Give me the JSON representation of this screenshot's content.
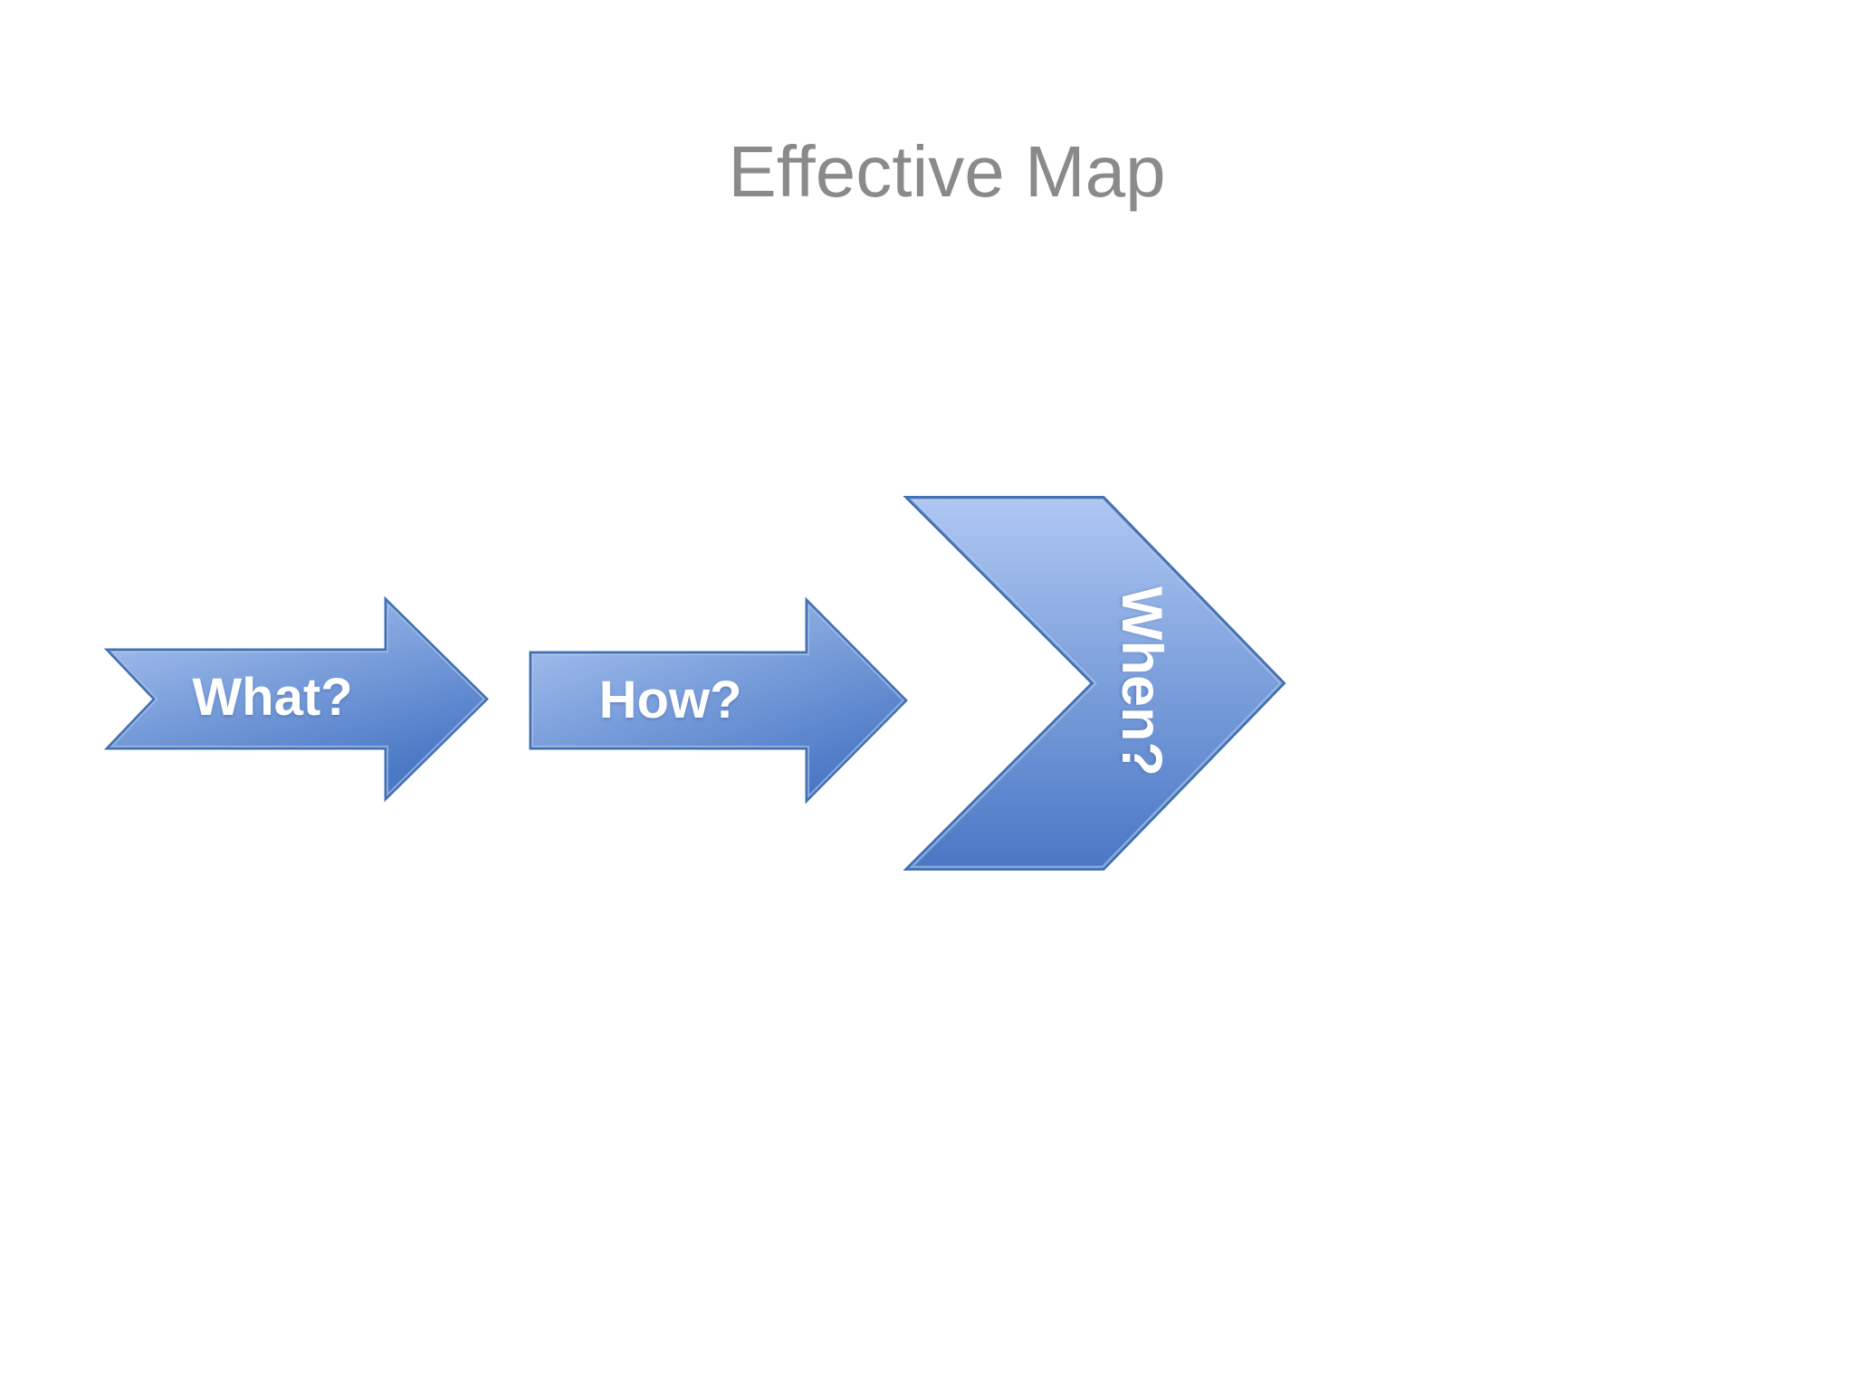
{
  "slide": {
    "title": "Effective Map",
    "title_color": "#8a8a8a",
    "background": "#ffffff"
  },
  "shapes": {
    "what": {
      "type": "notched-right-arrow",
      "label": "What?"
    },
    "how": {
      "type": "right-arrow",
      "label": "How?"
    },
    "when": {
      "type": "chevron",
      "label": "When?"
    }
  },
  "colors": {
    "fill_light": "#aec7f2",
    "fill_mid": "#7b9fdb",
    "fill_dark": "#4a78c5",
    "border": "#4270b2",
    "inner_bevel": "#c3d6f4",
    "label_text": "#ffffff"
  }
}
